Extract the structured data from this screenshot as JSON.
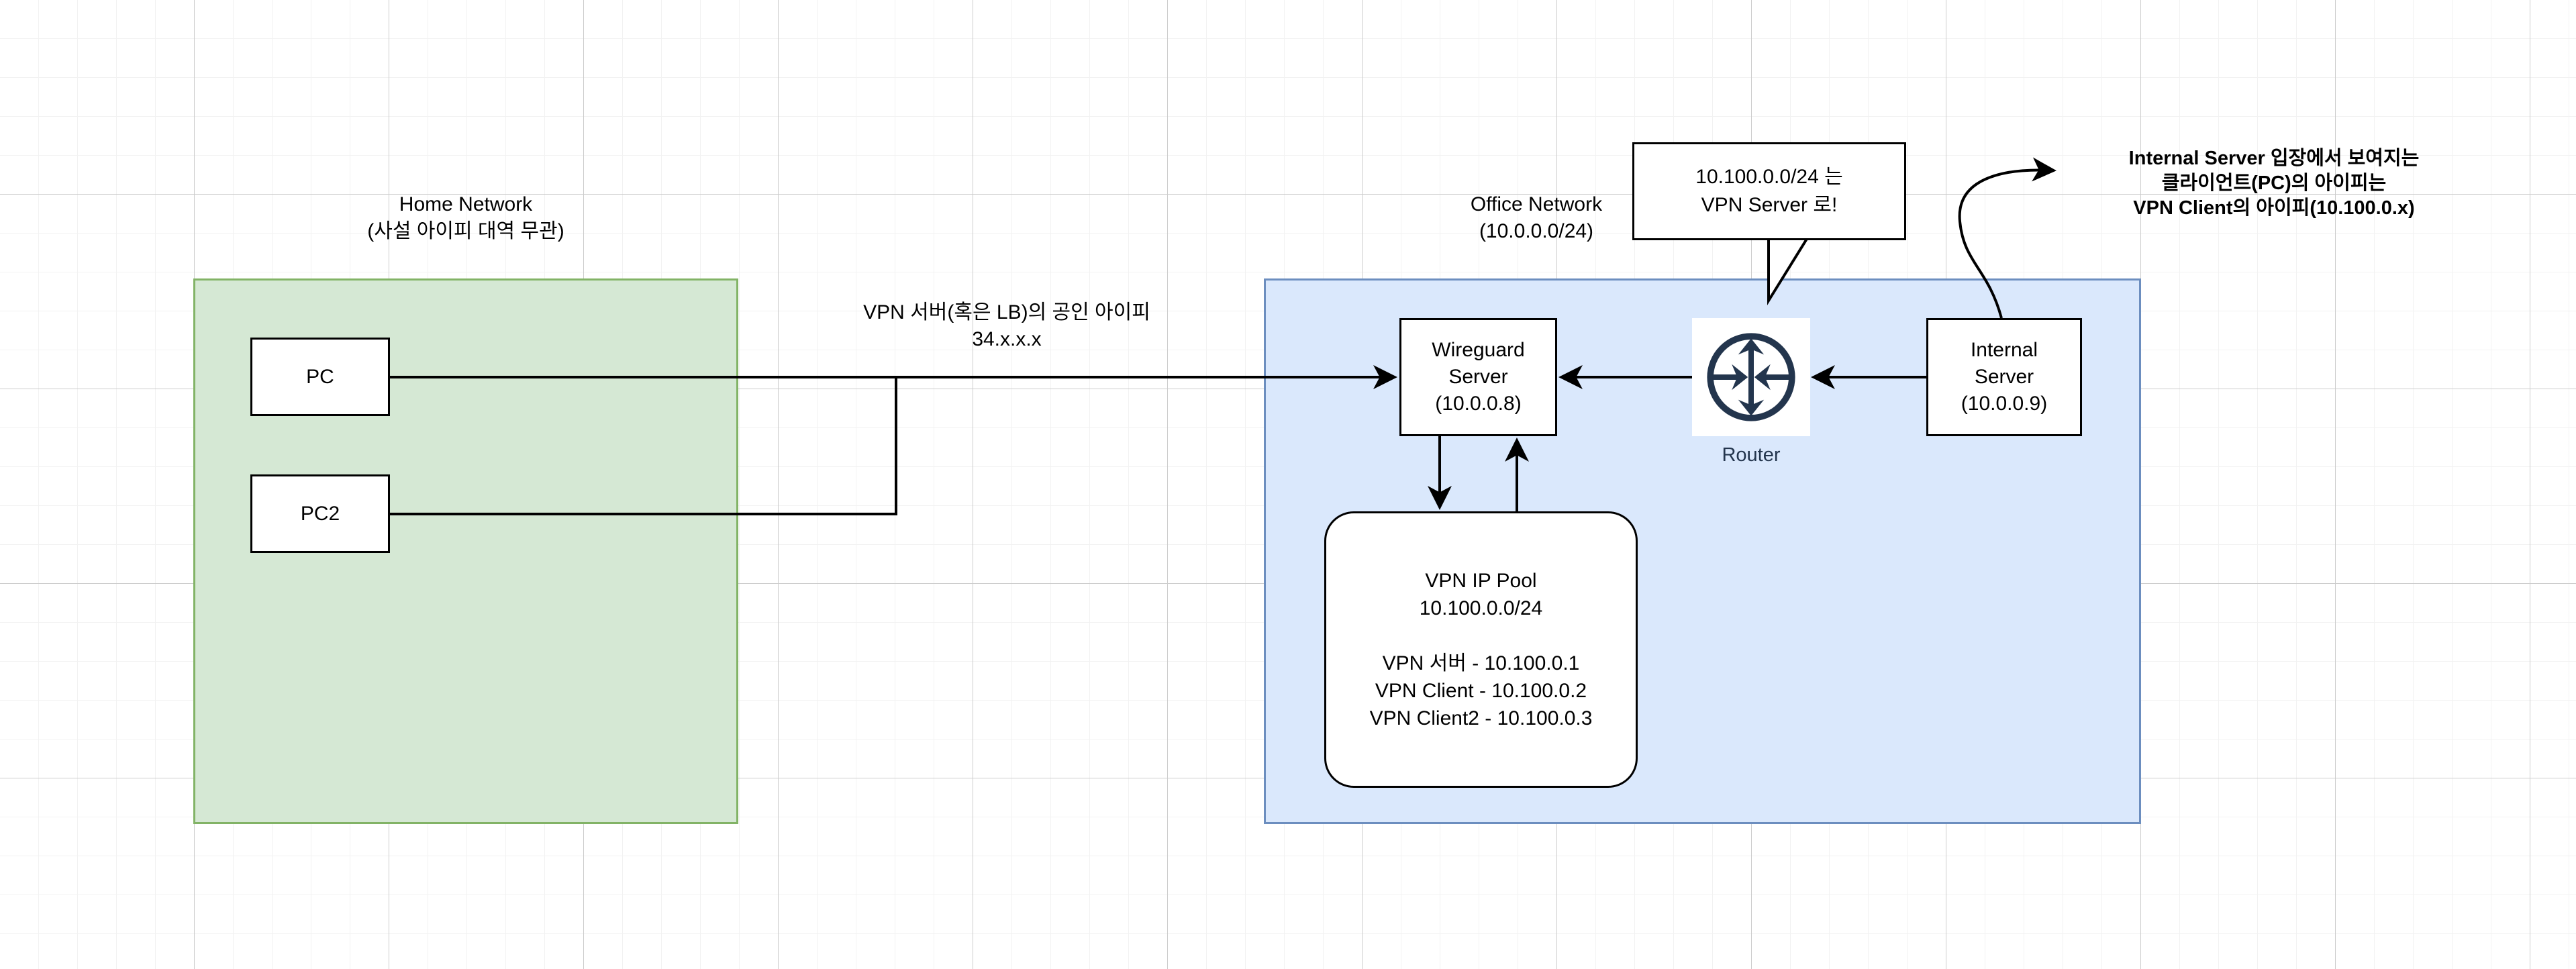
{
  "diagram": {
    "title": "VPN network topology",
    "colors": {
      "home_fill": "#d5e8d4",
      "home_border": "#82b366",
      "office_fill": "#dae8fc",
      "office_border": "#6c8ebf",
      "node_border": "#000000",
      "router_icon": "#23354d",
      "grid_major": "#cccccc",
      "grid_minor": "#f2f2f2"
    }
  },
  "zones": {
    "home": {
      "title": "Home Network\n(사설 아이피 대역 무관)"
    },
    "office": {
      "title": "Office Network\n(10.0.0.0/24)"
    }
  },
  "nodes": {
    "pc": {
      "label": "PC"
    },
    "pc2": {
      "label": "PC2"
    },
    "wireguard_server": {
      "label": "Wireguard\nServer\n(10.0.0.8)"
    },
    "internal_server": {
      "label": "Internal\nServer\n(10.0.0.9)"
    },
    "router": {
      "label": "Router",
      "icon": "router-icon"
    },
    "vpn_ip_pool": {
      "label": "VPN IP Pool\n10.100.0.0/24\n\nVPN 서버 - 10.100.0.1\nVPN Client - 10.100.0.2\nVPN Client2 - 10.100.0.3",
      "title": "VPN IP Pool",
      "cidr": "10.100.0.0/24",
      "assignments": [
        {
          "name": "VPN 서버",
          "ip": "10.100.0.1"
        },
        {
          "name": "VPN Client",
          "ip": "10.100.0.2"
        },
        {
          "name": "VPN Client2",
          "ip": "10.100.0.3"
        }
      ]
    }
  },
  "labels": {
    "vpn_public_ip": "VPN 서버(혹은 LB)의 공인 아이피\n34.x.x.x"
  },
  "callouts": {
    "router_route": "10.100.0.0/24 는\nVPN Server 로!"
  },
  "annotations": {
    "internal_server_view": "Internal Server 입장에서 보여지는\n클라이언트(PC)의 아이피는\nVPN Client의 아이피(10.100.0.x)"
  }
}
